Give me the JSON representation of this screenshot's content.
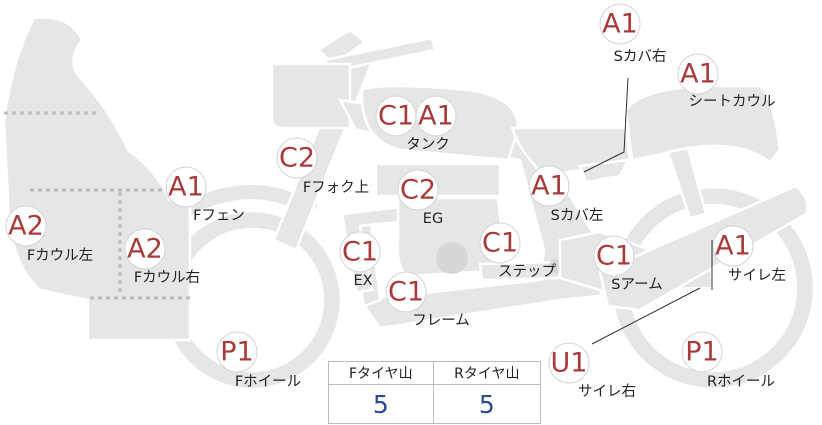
{
  "parts": {
    "s_cover_right": {
      "grade": "A1",
      "label": "Sカバ右"
    },
    "seat_cowl": {
      "grade": "A1",
      "label": "シートカウル"
    },
    "tank": {
      "grades": [
        "C1",
        "A1"
      ],
      "label": "タンク"
    },
    "front_fork": {
      "grade": "C2",
      "label": "Fフォク上"
    },
    "engine": {
      "grade": "C2",
      "label": "EG"
    },
    "s_cover_left": {
      "grade": "A1",
      "label": "Sカバ左"
    },
    "front_fender": {
      "grade": "A1",
      "label": "Fフェン"
    },
    "f_cowl_left": {
      "grade": "A2",
      "label": "Fカウル左"
    },
    "f_cowl_right": {
      "grade": "A2",
      "label": "Fカウル右"
    },
    "exhaust": {
      "grade": "C1",
      "label": "EX"
    },
    "step": {
      "grade": "C1",
      "label": "ステップ"
    },
    "swingarm": {
      "grade": "C1",
      "label": "Sアーム"
    },
    "silencer_left": {
      "grade": "A1",
      "label": "サイレ左"
    },
    "frame": {
      "grade": "C1",
      "label": "フレーム"
    },
    "front_wheel": {
      "grade": "P1",
      "label": "Fホイール"
    },
    "silencer_right": {
      "grade": "U1",
      "label": "サイレ右"
    },
    "rear_wheel": {
      "grade": "P1",
      "label": "Rホイール"
    }
  },
  "tire_table": {
    "headers": [
      "Fタイヤ山",
      "Rタイヤ山"
    ],
    "values": [
      "5",
      "5"
    ]
  },
  "colors": {
    "part_fill": "#e6e6e6",
    "grade_text": "#a83a3a",
    "value_text": "#2a4b8c"
  }
}
